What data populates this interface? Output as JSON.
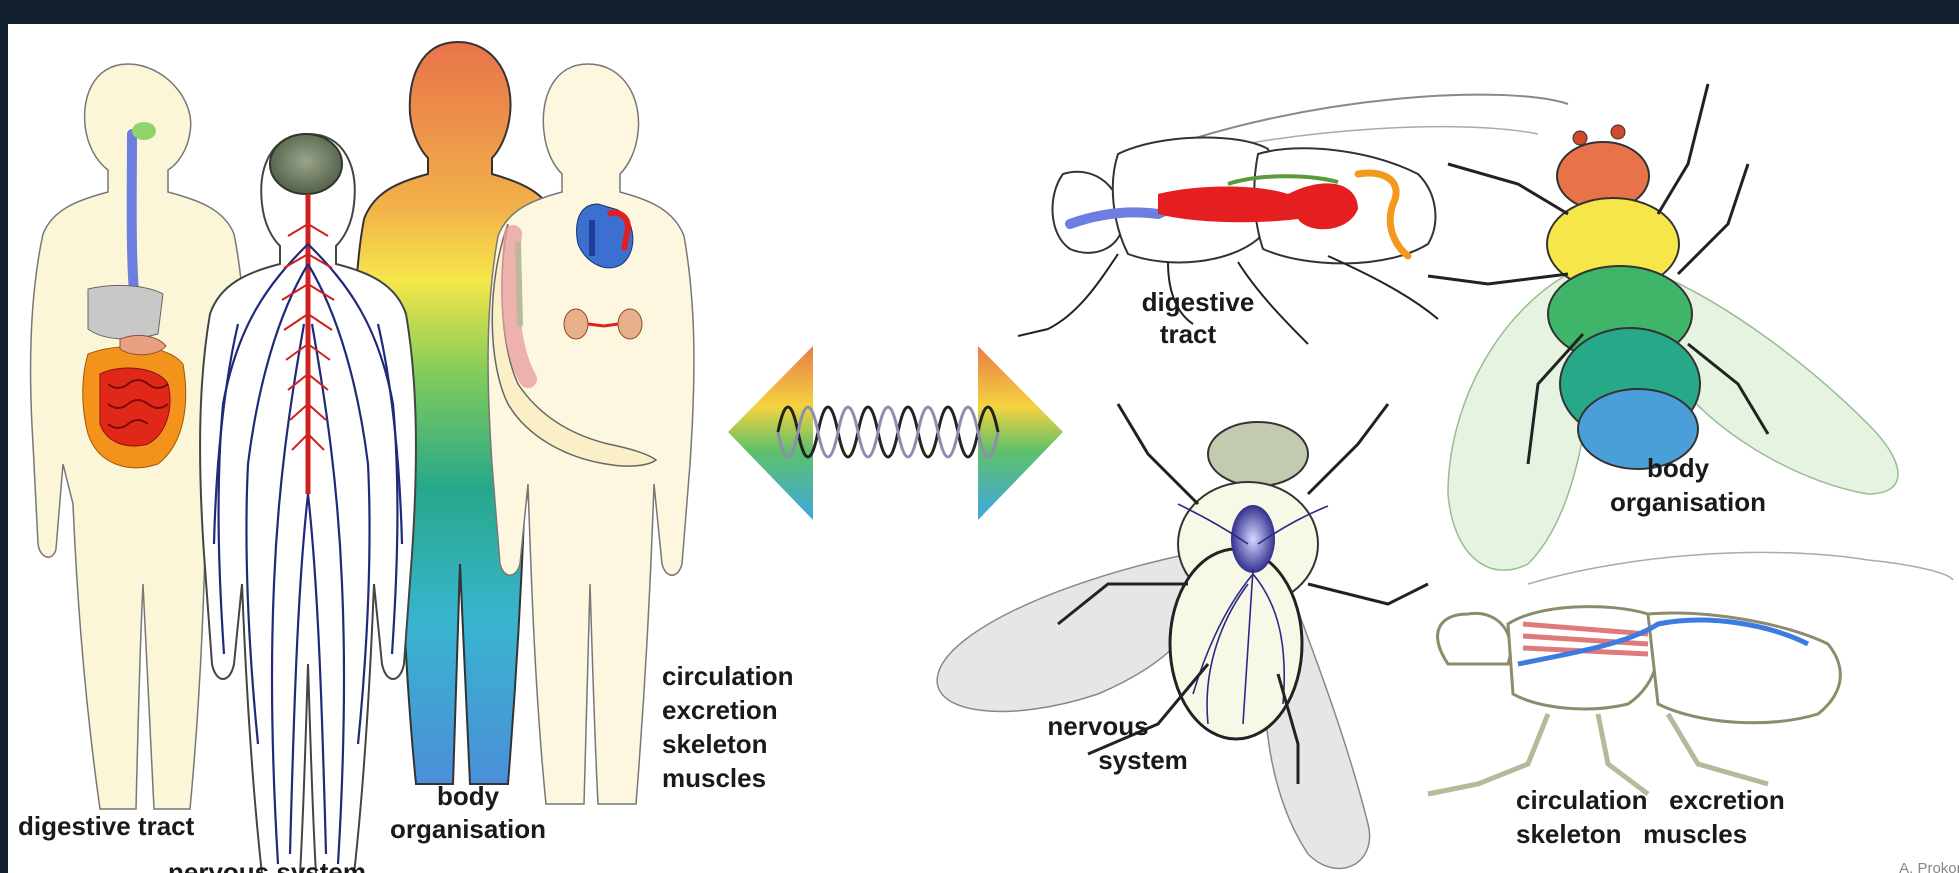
{
  "human": {
    "digestive_label": "digestive tract",
    "nervous_label": "nervous system",
    "body_label_1": "body",
    "body_label_2": "organisation",
    "organs_label_1": "circulation",
    "organs_label_2": "excretion",
    "organs_label_3": "skeleton",
    "organs_label_4": "muscles"
  },
  "fly": {
    "digestive_label_1": "digestive",
    "digestive_label_2": "tract",
    "body_label_1": "body",
    "body_label_2": "organisation",
    "nervous_label_1": "nervous",
    "nervous_label_2": "system",
    "organs_row_1": "circulation   excretion",
    "organs_row_2": "skeleton   muscles"
  },
  "credit": "A. Prokop",
  "colors": {
    "background": "#13202e",
    "panel": "#ffffff",
    "nerve_blue": "#1f2a7a",
    "nerve_red": "#d02020",
    "gut_red": "#e51f1f",
    "gut_orange": "#f39a1e",
    "body_orange": "#e8734a",
    "body_yellow": "#f6e64a",
    "body_green": "#3fb56a",
    "body_blue": "#4a9fd8"
  }
}
